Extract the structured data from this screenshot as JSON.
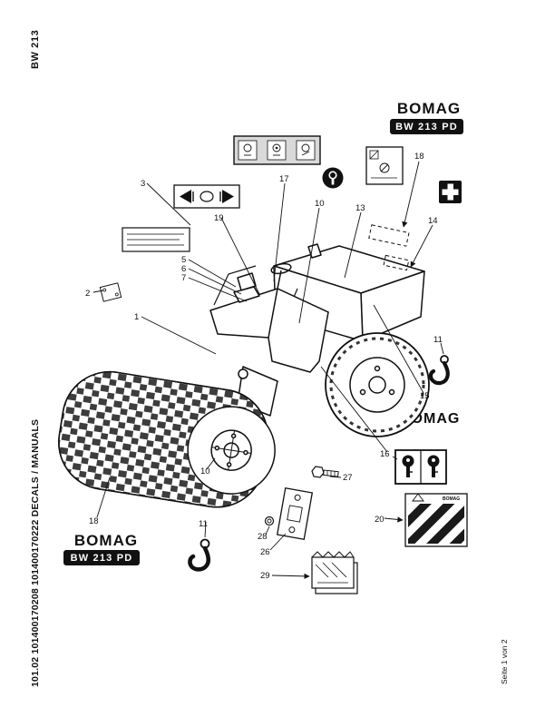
{
  "page": {
    "model_vertical": "BW 213",
    "catalog_vertical": "101.02 101400170208 101400170222 DECALS / MANUALS",
    "page_note_vertical": "Seite 1 von 2"
  },
  "decals": {
    "bomag_top": "BOMAG",
    "bomag_top_model": "BW 213 PD",
    "bomag_side": "BOMAG",
    "bomag_bottom": "BOMAG",
    "bomag_bottom_model": "BW 213 PD",
    "warning_brand": "BOMAG"
  },
  "colors": {
    "ink": "#111111",
    "badge_bg": "#111111",
    "badge_text": "#ffffff",
    "decal_gray": "#d9d9d9"
  },
  "callouts": {
    "n1": "1",
    "n2": "2",
    "n3": "3",
    "n5": "5",
    "n6": "6",
    "n7": "7",
    "n10": "10",
    "n11": "11",
    "n13": "13",
    "n14": "14",
    "n15": "15",
    "n16": "16",
    "n17": "17",
    "n18": "18",
    "n19": "19",
    "n20": "20",
    "n26": "26",
    "n27": "27",
    "n28": "28",
    "n29": "29"
  }
}
